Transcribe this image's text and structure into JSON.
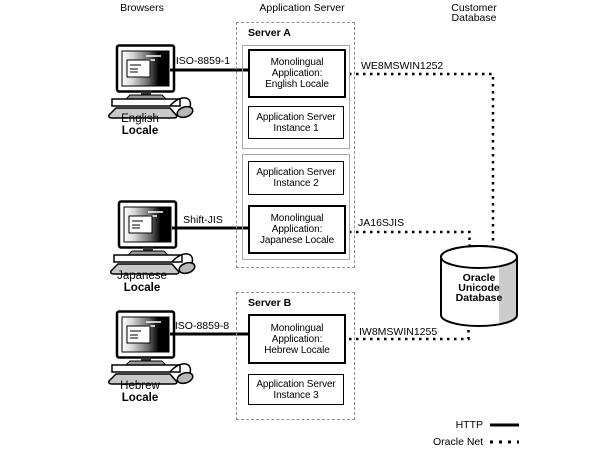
{
  "headers": {
    "browsers": "Browsers",
    "application_server": "Application Server",
    "customer_database": "Customer\nDatabase"
  },
  "browsers": [
    {
      "locale_line1": "English",
      "locale_line2": "Locale",
      "http_encoding": "ISO-8859-1",
      "db_charset": "WE8MSWIN1252"
    },
    {
      "locale_line1": "Japanese",
      "locale_line2": "Locale",
      "http_encoding": "Shift-JIS",
      "db_charset": "JA16SJIS"
    },
    {
      "locale_line1": "Hebrew",
      "locale_line2": "Locale",
      "http_encoding": "ISO-8859-8",
      "db_charset": "IW8MSWIN1255"
    }
  ],
  "servers": [
    {
      "name": "Server A",
      "groups": [
        {
          "boxes": [
            {
              "type": "app",
              "label": "Monolingual\nApplication:\nEnglish Locale"
            },
            {
              "type": "instance",
              "label": "Application Server\nInstance 1"
            }
          ]
        },
        {
          "boxes": [
            {
              "type": "instance",
              "label": "Application Server\nInstance 2"
            },
            {
              "type": "app",
              "label": "Monolingual\nApplication:\nJapanese Locale"
            }
          ]
        }
      ]
    },
    {
      "name": "Server B",
      "boxes": [
        {
          "type": "app",
          "label": "Monolingual\nApplication:\nHebrew Locale"
        },
        {
          "type": "instance",
          "label": "Application Server\nInstance 3"
        }
      ]
    }
  ],
  "database": {
    "label": "Oracle\nUnicode\nDatabase"
  },
  "legend": {
    "http": "HTTP",
    "oracle_net": "Oracle Net"
  },
  "colors": {
    "line": "#000000",
    "server_dashed_border": "#8f8f8f",
    "group_border": "#a8a8a8",
    "cylinder_shade": "#cccccc",
    "keyboard_gray": "#c8c8c8"
  }
}
